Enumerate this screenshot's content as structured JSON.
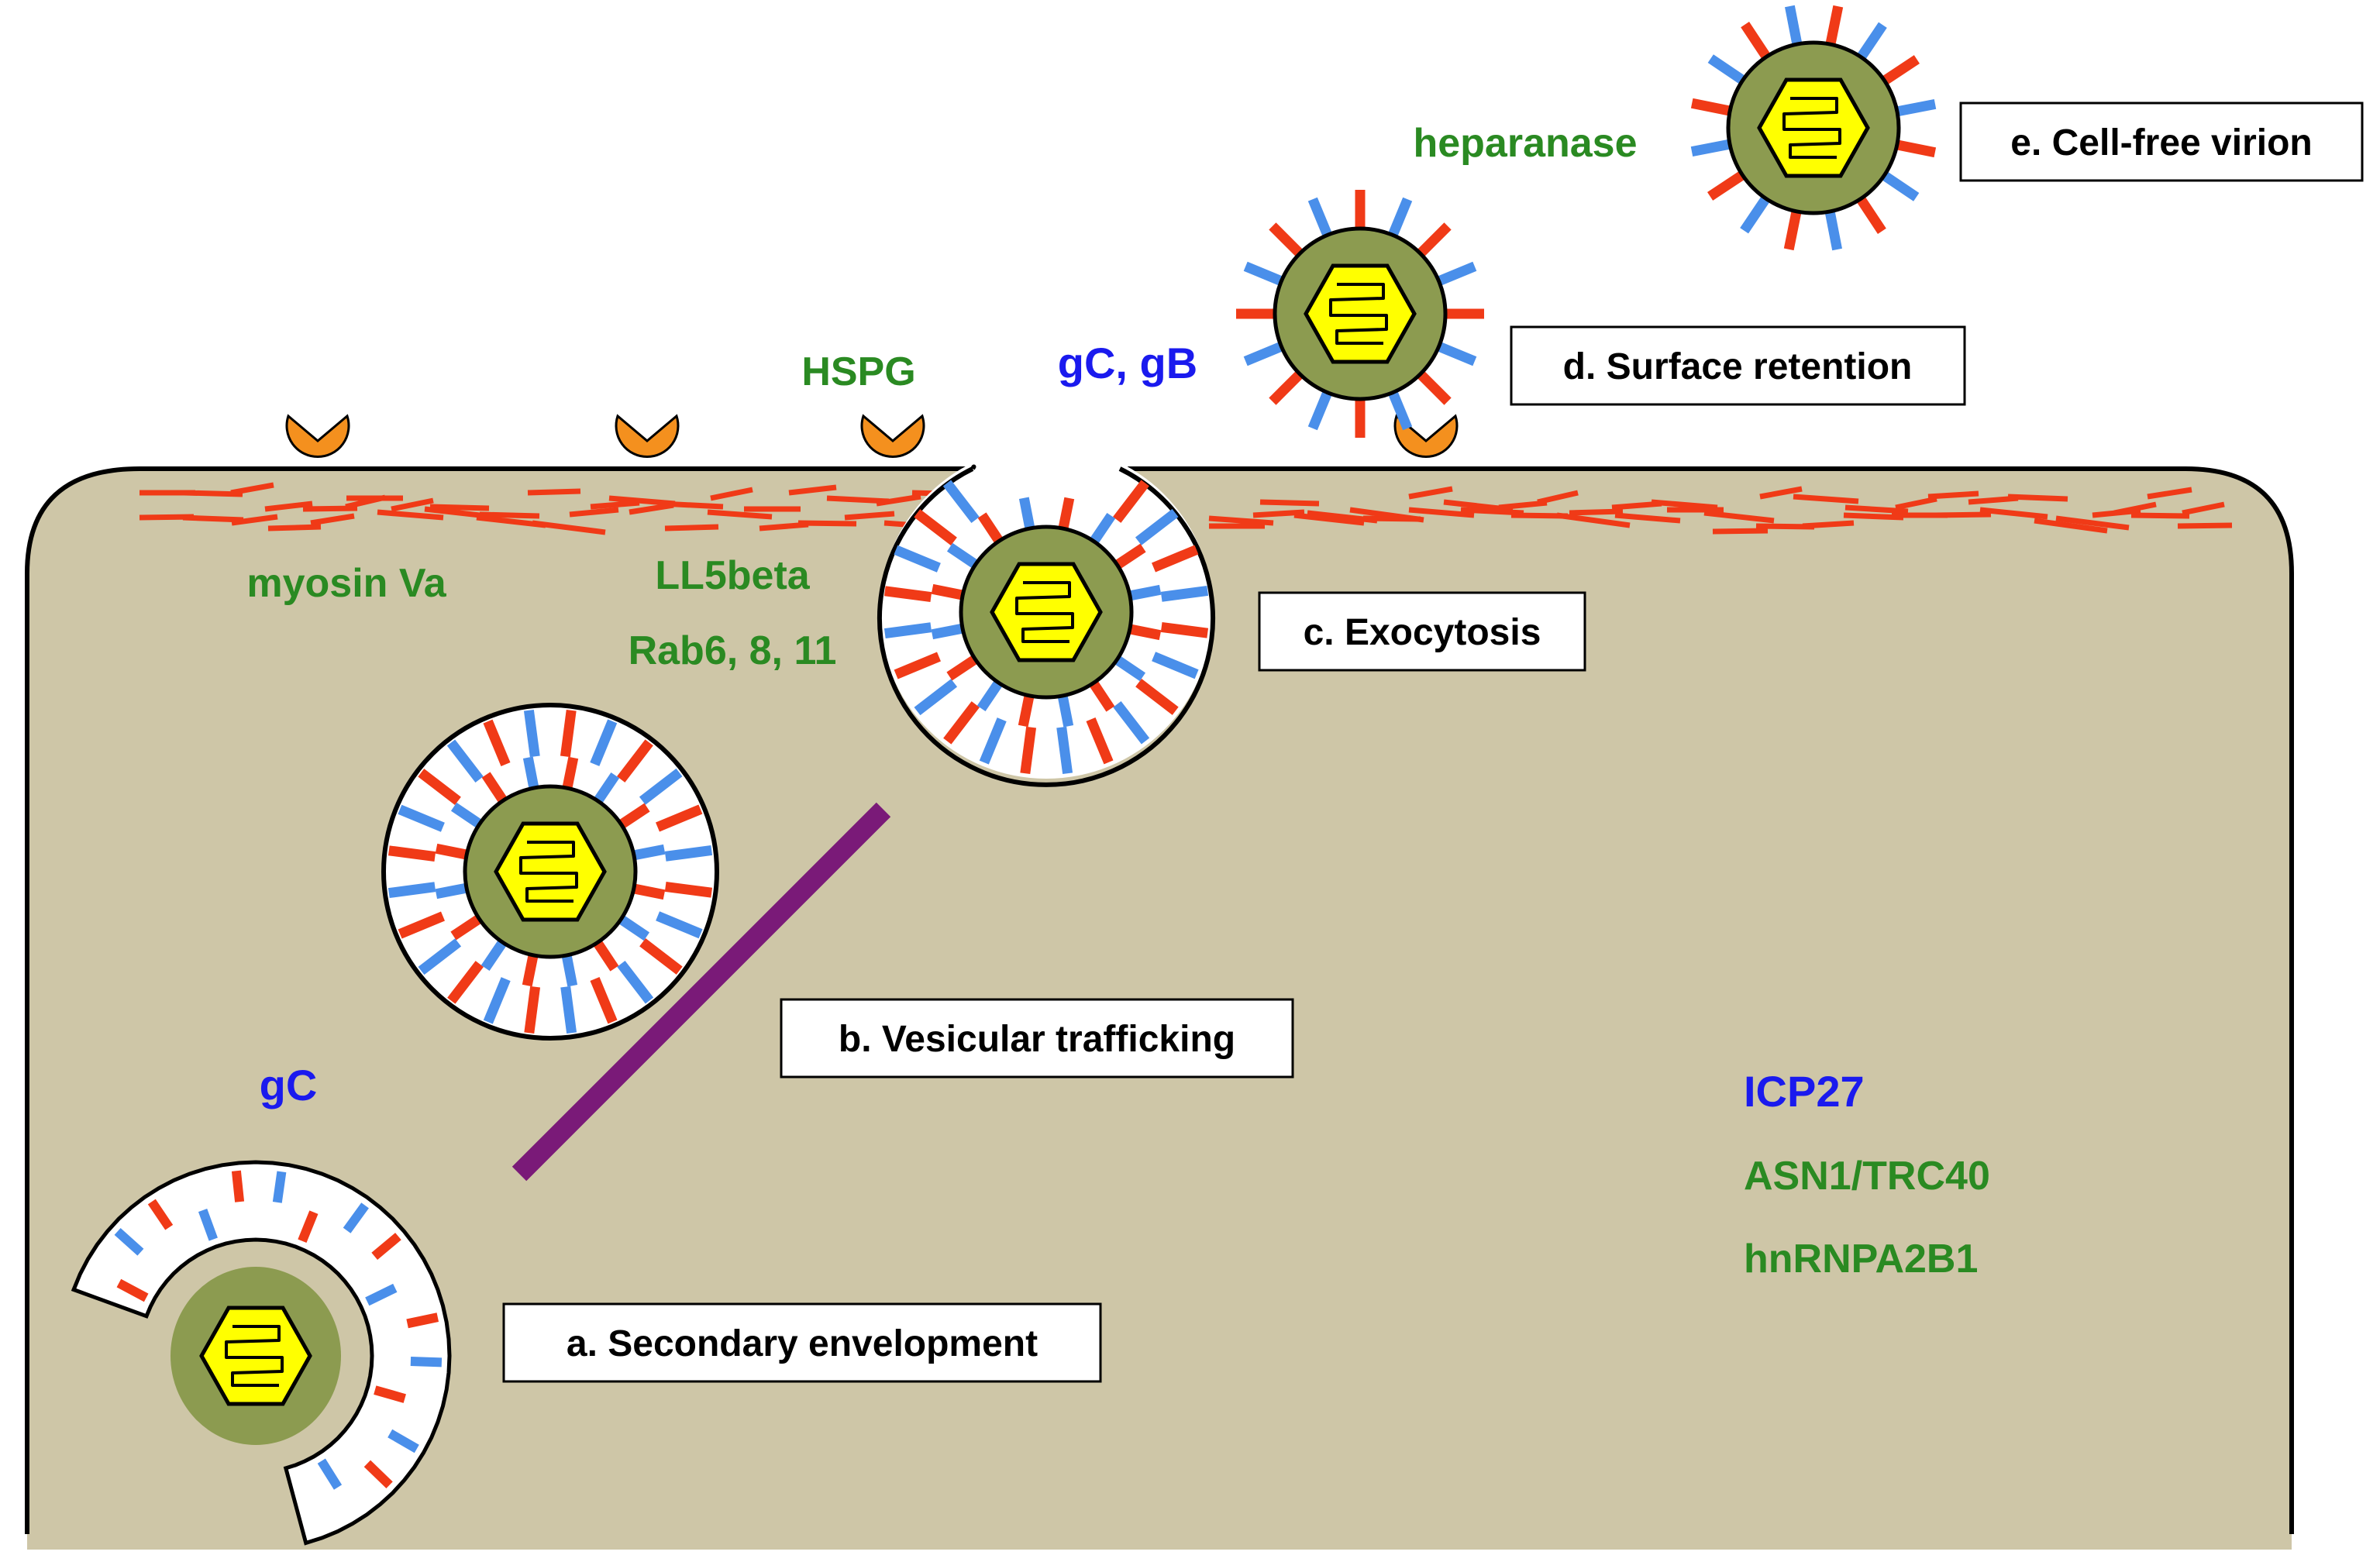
{
  "colors": {
    "cytoplasm": "#cec6a7",
    "membrane": "#000000",
    "actin": "#f03a17",
    "glyco_red": "#f03a17",
    "glyco_blue": "#4a8fea",
    "tegument": "#8c9b50",
    "capsid": "#ffff00",
    "receptor": "#f4901e",
    "microtubule": "#7a1a78",
    "text_green": "#2a8a22",
    "text_blue": "#1a1aee"
  },
  "icons": [
    "virion-icon",
    "hspg-receptor-icon",
    "microtubule",
    "actin-cortex"
  ],
  "stages": {
    "a": "a. Secondary envelopment",
    "b": "b. Vesicular trafficking",
    "c": "c. Exocytosis",
    "d": "d. Surface retention",
    "e": "e. Cell-free virion"
  },
  "labels": {
    "heparanase": "heparanase",
    "hspg": "HSPG",
    "gc_gb": "gC, gB",
    "myosin": "myosin Va",
    "ll5beta": "LL5beta",
    "rab": "Rab6, 8, 11",
    "gc": "gC",
    "icp27": "ICP27",
    "asn1": "ASN1/TRC40",
    "hnrnp": "hnRNPA2B1"
  }
}
